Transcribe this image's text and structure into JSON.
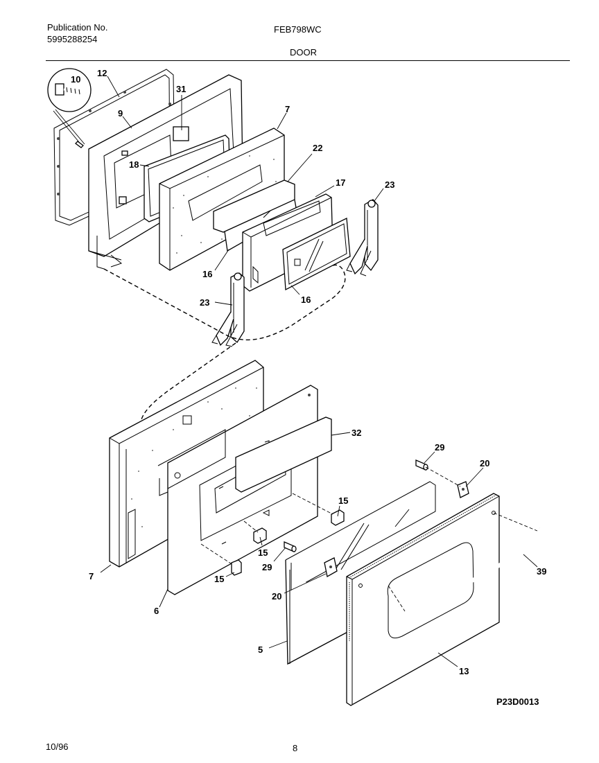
{
  "header": {
    "publication_label": "Publication No.",
    "publication_number": "5995288254",
    "model": "FEB798WC",
    "section": "DOOR"
  },
  "footer": {
    "date": "10/96",
    "page": "8",
    "figure_code": "P23D0013"
  },
  "callouts": {
    "c10": "10",
    "c12": "12",
    "c9": "9",
    "c31": "31",
    "c7a": "7",
    "c18": "18",
    "c22": "22",
    "c17": "17",
    "c23a": "23",
    "c16a": "16",
    "c16b": "16",
    "c23b": "23",
    "c32": "32",
    "c29a": "29",
    "c20a": "20",
    "c15a": "15",
    "c15b": "15",
    "c15c": "15",
    "c7b": "7",
    "c29b": "29",
    "c39": "39",
    "c20b": "20",
    "c6": "6",
    "c5": "5",
    "c13": "13"
  }
}
